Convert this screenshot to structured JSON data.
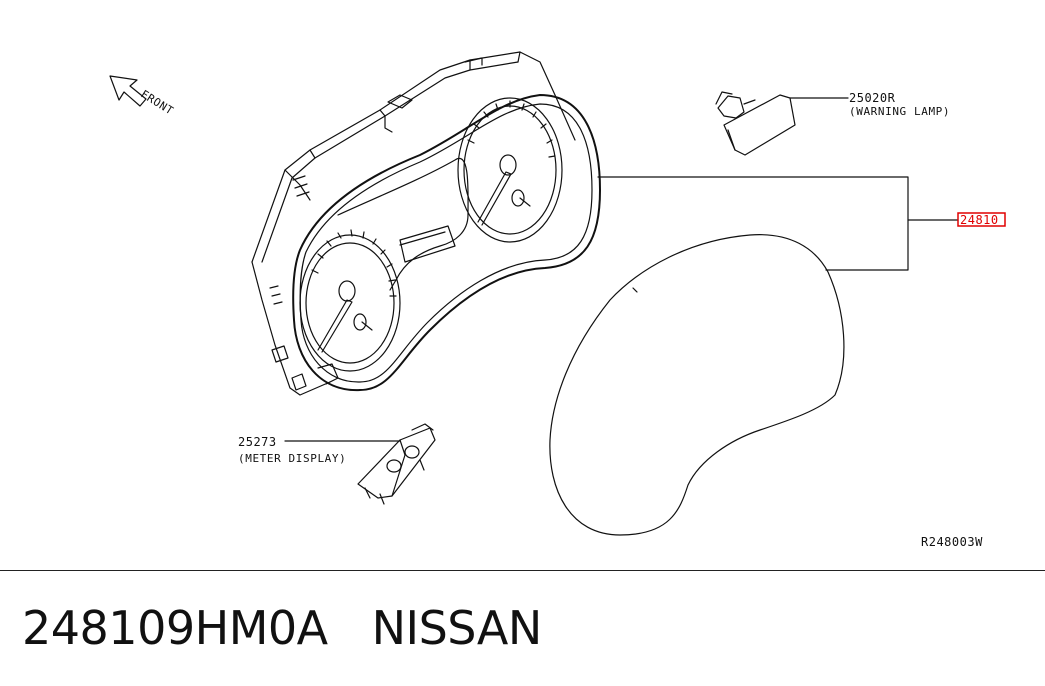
{
  "diagram": {
    "front_label": "FRONT",
    "parts": [
      {
        "number": "25020R",
        "name": "(WARNING LAMP)"
      },
      {
        "number": "24810",
        "name": ""
      },
      {
        "number": "25273",
        "name": "(METER DISPLAY)"
      }
    ],
    "reference_code": "R248003W",
    "highlight_color": "#e00000"
  },
  "footer": {
    "part_number": "248109HM0A",
    "brand": "NISSAN"
  }
}
